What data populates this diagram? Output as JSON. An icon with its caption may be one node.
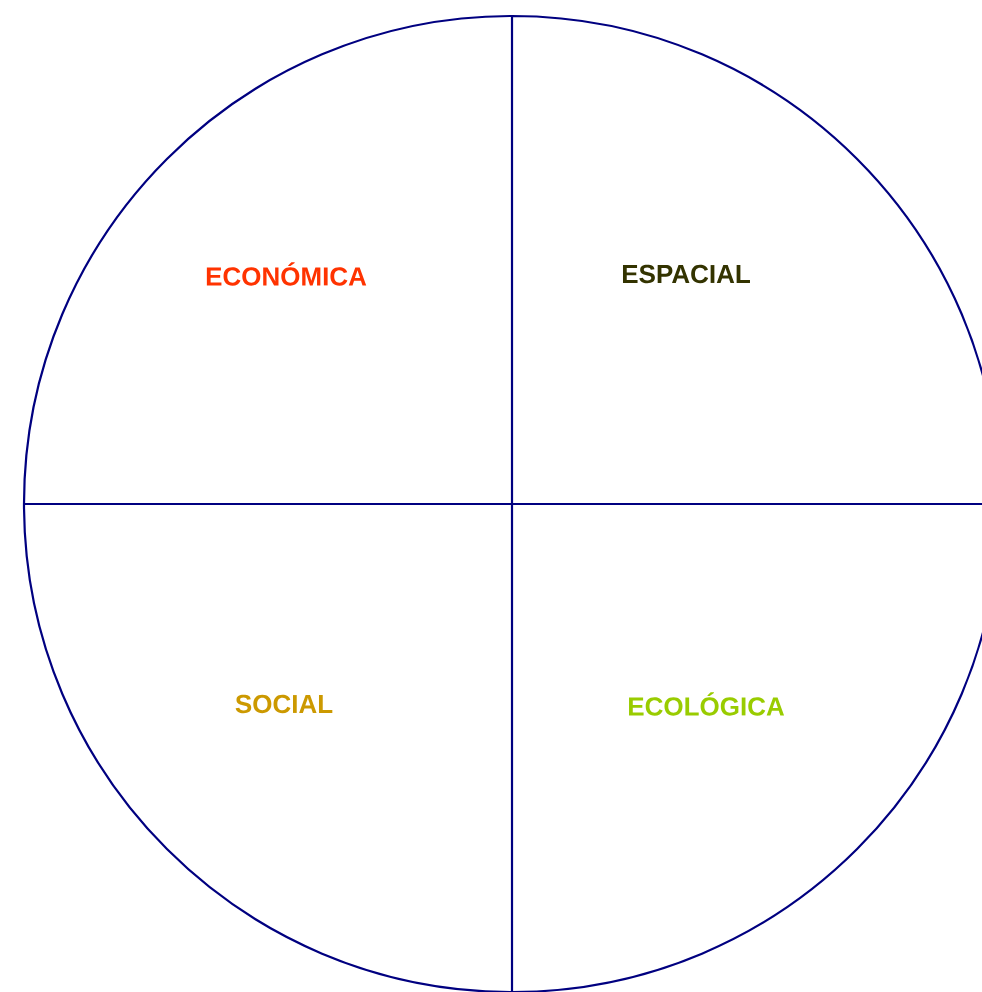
{
  "diagram": {
    "nodes": [
      {
        "text": [
          "ECONÓMICA"
        ]
      },
      {
        "text": [
          "ESPACIAL"
        ]
      },
      {
        "text": [
          "SOCIAL"
        ]
      },
      {
        "text": [
          "ECOLÓGICA"
        ]
      }
    ]
  }
}
